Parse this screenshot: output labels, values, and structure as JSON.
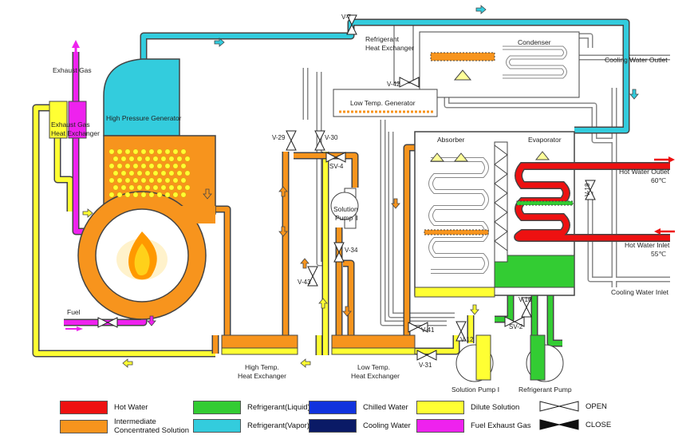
{
  "labels": {
    "exhaust_gas": "Exhaust Gas",
    "exhaust_hx_1": "Exhaust Gas",
    "exhaust_hx_2": "Heat Exchanger",
    "hp_generator": "High Pressure Generator",
    "fuel": "Fuel",
    "ref_hx_1": "Refrigerant",
    "ref_hx_2": "Heat Exchanger",
    "condenser": "Condenser",
    "cooling_water_outlet": "Cooling Water Outlet",
    "lt_generator": "Low Temp. Generator",
    "absorber": "Absorber",
    "evaporator": "Evaporator",
    "hot_water_outlet": "Hot Water Outlet",
    "hot_water_outlet_temp": "60℃",
    "hot_water_inlet": "Hot Water Inlet",
    "hot_water_inlet_temp": "55℃",
    "cooling_water_inlet": "Cooling Water Inlet",
    "solution_pump_2_a": "Solution",
    "solution_pump_2_b": "Pump Ⅱ",
    "solution_pump_1": "Solution Pump Ⅰ",
    "refrigerant_pump": "Refrigerant Pump",
    "ht_hx_1": "High Temp.",
    "ht_hx_2": "Heat Exchanger",
    "lt_hx_1": "Low Temp.",
    "lt_hx_2": "Heat Exchanger"
  },
  "valves": {
    "v7": "V-7",
    "v42": "V-42",
    "v29": "V-29",
    "v30": "V-30",
    "sv4": "SV-4",
    "v34": "V-34",
    "v43": "V-43",
    "v41": "V-41",
    "v12": "V-12",
    "v31": "V-31",
    "v16": "V-16",
    "sv2": "SV-2",
    "v18": "V-18"
  },
  "legend": [
    {
      "label": "Hot Water",
      "color": "#ee1111"
    },
    {
      "label": "Intermediate\nConcentrated Solution",
      "color": "#f7941d"
    },
    {
      "label": "Refrigerant(Liquid)",
      "color": "#33cc33"
    },
    {
      "label": "Refrigerant(Vapor)",
      "color": "#33ccdd"
    },
    {
      "label": "Chilled Water",
      "color": "#1133dd"
    },
    {
      "label": "Cooling Water",
      "color": "#0a1a66"
    },
    {
      "label": "Dilute Solution",
      "color": "#ffff33"
    },
    {
      "label": "Fuel Exhaust Gas",
      "color": "#ee22ee"
    },
    {
      "label": "OPEN",
      "icon": "open-valve-icon"
    },
    {
      "label": "CLOSE",
      "icon": "closed-valve-icon"
    }
  ],
  "colors": {
    "hot_water": "#ee1111",
    "concentrated": "#f7941d",
    "ref_liquid": "#33cc33",
    "ref_vapor": "#33ccdd",
    "dilute": "#ffff33",
    "exhaust": "#ee22ee",
    "cooling_outline": "#888888",
    "flame": "#ff9900"
  }
}
